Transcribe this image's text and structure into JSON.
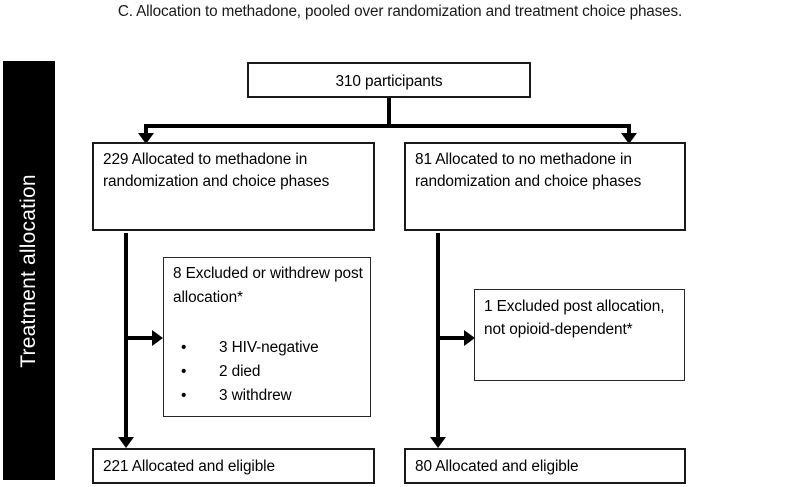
{
  "figure": {
    "caption": "C. Allocation to methadone, pooled over randomization and treatment choice phases.",
    "band_label": "Treatment allocation",
    "colors": {
      "band_background": "#000000",
      "band_text": "#ffffff",
      "box_border": "#1a1a1a",
      "connector": "#000000",
      "page_background": "#ffffff"
    }
  },
  "nodes": {
    "enrolled": {
      "label": "310 participants",
      "count": 310
    },
    "allocated_methadone": {
      "label": "229 Allocated to methadone in randomization and choice phases",
      "count": 229
    },
    "allocated_no_methadone": {
      "label": "81 Allocated to no methadone in randomization and choice phases",
      "count": 81
    },
    "excluded_methadone": {
      "heading": "8 Excluded or withdrew post allocation*",
      "count": 8,
      "reasons": [
        "3 HIV-negative",
        "2 died",
        "3 withdrew"
      ]
    },
    "excluded_no_methadone": {
      "label": "1 Excluded post allocation, not opioid-dependent*",
      "count": 1
    },
    "eligible_methadone": {
      "label": "221 Allocated and eligible",
      "count": 221
    },
    "eligible_no_methadone": {
      "label": "80 Allocated and eligible",
      "count": 80
    }
  }
}
